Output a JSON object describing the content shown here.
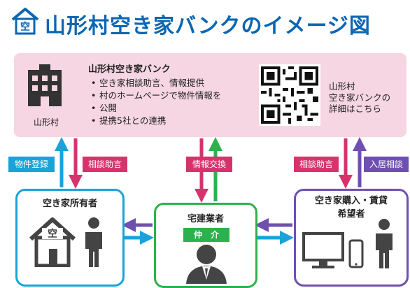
{
  "title": "山形村空き家バンクのイメージ図",
  "title_icon": {
    "name": "house-icon",
    "glyph": "空"
  },
  "bank": {
    "name": "山形村空き家バンク",
    "bullets": [
      "空き家相談助言、情報提供",
      "村のホームページで物件情報を",
      "公開",
      "提携5社との連携"
    ],
    "village_label": "山形村",
    "qr_note": [
      "山形村",
      "空き家バンクの",
      "詳細はこちら"
    ]
  },
  "arrow_labels": {
    "register": "物件登録",
    "advice_left": "相談助言",
    "info_exchange": "情報交換",
    "advice_right": "相談助言",
    "move_in": "入居相談"
  },
  "boxes": {
    "owner": {
      "title": "空き家所有者",
      "house_glyph": "空"
    },
    "agent": {
      "title": "宅建業者",
      "role": "仲　介"
    },
    "buyer": {
      "title_lines": [
        "空き家購入・賃貸",
        "希望者"
      ]
    }
  },
  "colors": {
    "title": "#0a66b3",
    "bank_bg": "#f6d6e2",
    "blue": "#1aa3d9",
    "pink": "#d6336c",
    "green": "#2bb24c",
    "purple": "#6f4fb0"
  }
}
